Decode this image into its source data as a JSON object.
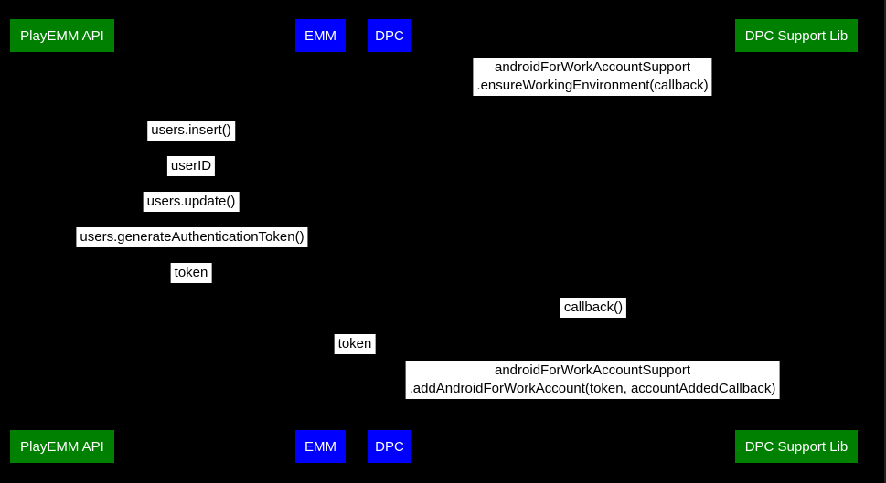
{
  "colors": {
    "background": "#000000",
    "actor_green": "#008000",
    "actor_blue": "#0000FF",
    "actor_text": "#FFFFFF",
    "message_bg": "#FFFFFF",
    "message_text": "#000000"
  },
  "actors": [
    {
      "label": "PlayEMM API",
      "color": "#008000"
    },
    {
      "label": "EMM",
      "color": "#0000FF"
    },
    {
      "label": "DPC",
      "color": "#0000FF"
    },
    {
      "label": "DPC Support Lib",
      "color": "#008000"
    }
  ],
  "messages": [
    {
      "between": [
        "DPC",
        "DPC Support Lib"
      ],
      "lines": [
        "androidForWorkAccountSupport",
        ".ensureWorkingEnvironment(callback)"
      ]
    },
    {
      "between": [
        "PlayEMM API",
        "EMM"
      ],
      "lines": [
        "users.insert()"
      ]
    },
    {
      "between": [
        "PlayEMM API",
        "EMM"
      ],
      "lines": [
        "userID"
      ]
    },
    {
      "between": [
        "PlayEMM API",
        "EMM"
      ],
      "lines": [
        "users.update()"
      ]
    },
    {
      "between": [
        "PlayEMM API",
        "EMM"
      ],
      "lines": [
        "users.generateAuthenticationToken()"
      ]
    },
    {
      "between": [
        "PlayEMM API",
        "EMM"
      ],
      "lines": [
        "token"
      ]
    },
    {
      "between": [
        "DPC",
        "DPC Support Lib"
      ],
      "lines": [
        "callback()"
      ]
    },
    {
      "between": [
        "EMM",
        "DPC"
      ],
      "lines": [
        "token"
      ]
    },
    {
      "between": [
        "DPC",
        "DPC Support Lib"
      ],
      "lines": [
        "androidForWorkAccountSupport",
        ".addAndroidForWorkAccount(token, accountAddedCallback)"
      ]
    }
  ]
}
